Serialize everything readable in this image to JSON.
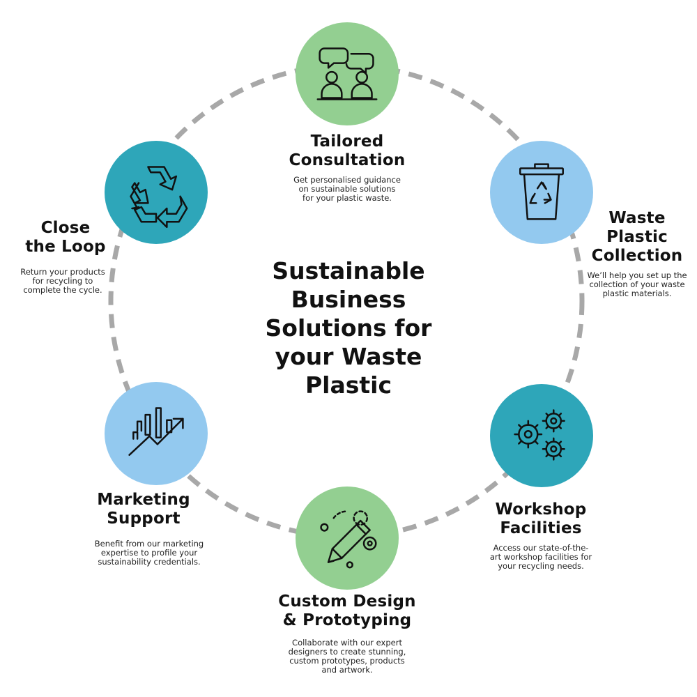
{
  "title": "Sustainable\nBusiness\nSolutions for\nyour Waste\nPlastic",
  "colors": {
    "green": "#93cf91",
    "light_blue": "#93c9ef",
    "teal": "#2ea6b9",
    "ring": "#a8a8a8"
  },
  "steps": [
    {
      "title": "Tailored\nConsultation",
      "description": "Get personalised guidance\non sustainable solutions\nfor your plastic waste.",
      "icon": "consultation-icon",
      "color": "#93cf91"
    },
    {
      "title": "Waste\nPlastic\nCollection",
      "description": "We’ll help you set up the\ncollection of your waste\nplastic materials.",
      "icon": "recycle-bin-icon",
      "color": "#93c9ef"
    },
    {
      "title": "Workshop\nFacilities",
      "description": "Access our state-of-the-\nart workshop facilities for\nyour recycling needs.",
      "icon": "gears-icon",
      "color": "#2ea6b9"
    },
    {
      "title": "Custom Design\n& Prototyping",
      "description": "Collaborate with our expert\ndesigners to create stunning,\ncustom prototypes, products\nand artwork.",
      "icon": "design-pencil-icon",
      "color": "#93cf91"
    },
    {
      "title": "Marketing\nSupport",
      "description": "Benefit from our marketing\nexpertise to profile your\nsustainability credentials.",
      "icon": "growth-chart-icon",
      "color": "#93c9ef"
    },
    {
      "title": "Close\nthe Loop",
      "description": "Return your products\nfor recycling to\ncomplete the cycle.",
      "icon": "recycle-icon",
      "color": "#2ea6b9"
    }
  ]
}
